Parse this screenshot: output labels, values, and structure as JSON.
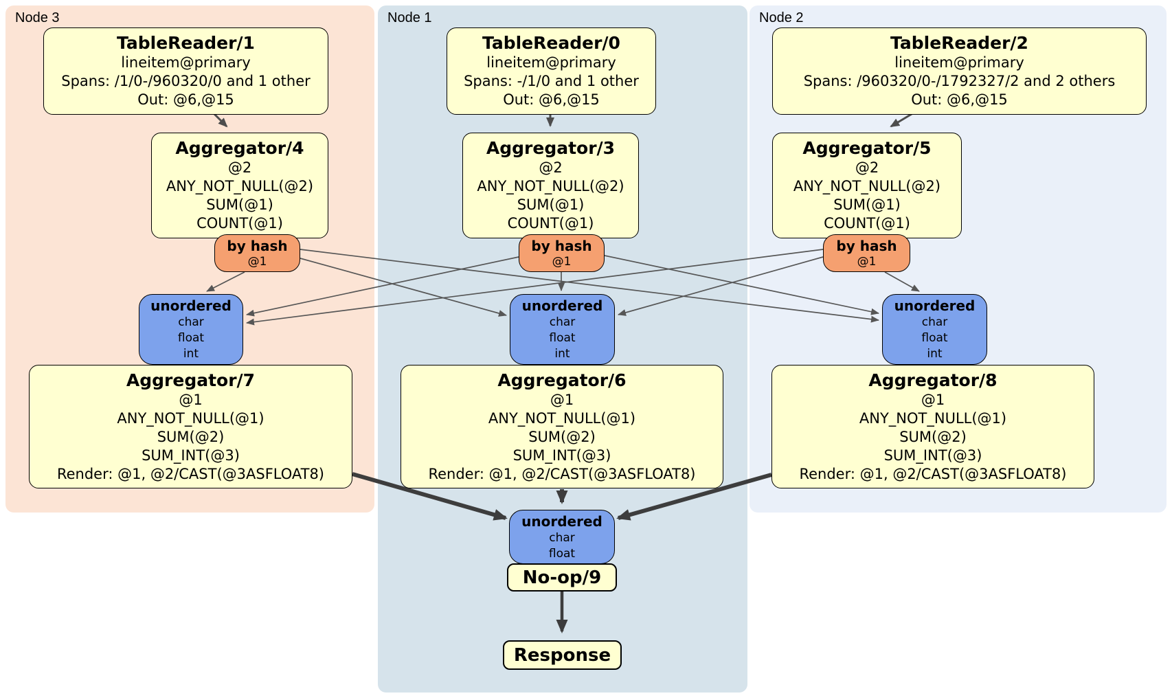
{
  "colors": {
    "node3_bg": "#FCE4D5",
    "node1_bg": "#D6E3EB",
    "node2_bg": "#EAF0F9",
    "processor_fill": "#FFFFD1",
    "router_fill": "#F5A070",
    "sync_fill": "#7DA2EC",
    "edge_thin": "#565656",
    "edge_mid": "#4D4D4D",
    "edge_thick": "#3D3D3D"
  },
  "nodes": [
    {
      "label": "Node 3",
      "tablereader": {
        "title": "TableReader/1",
        "lines": [
          "lineitem@primary",
          "Spans: /1/0-/960320/0 and 1 other",
          "Out: @6,@15"
        ]
      },
      "aggregator_top": {
        "title": "Aggregator/4",
        "lines": [
          "@2",
          "ANY_NOT_NULL(@2)",
          "SUM(@1)",
          "COUNT(@1)"
        ]
      },
      "router": {
        "title": "by hash",
        "subtitle": "@1"
      },
      "sync": {
        "title": "unordered",
        "lines": [
          "char",
          "float",
          "int"
        ]
      },
      "aggregator_bottom": {
        "title": "Aggregator/7",
        "lines": [
          "@1",
          "ANY_NOT_NULL(@1)",
          "SUM(@2)",
          "SUM_INT(@3)",
          "Render: @1, @2/CAST(@3ASFLOAT8)"
        ]
      }
    },
    {
      "label": "Node 1",
      "tablereader": {
        "title": "TableReader/0",
        "lines": [
          "lineitem@primary",
          "Spans: -/1/0 and 1 other",
          "Out: @6,@15"
        ]
      },
      "aggregator_top": {
        "title": "Aggregator/3",
        "lines": [
          "@2",
          "ANY_NOT_NULL(@2)",
          "SUM(@1)",
          "COUNT(@1)"
        ]
      },
      "router": {
        "title": "by hash",
        "subtitle": "@1"
      },
      "sync": {
        "title": "unordered",
        "lines": [
          "char",
          "float",
          "int"
        ]
      },
      "aggregator_bottom": {
        "title": "Aggregator/6",
        "lines": [
          "@1",
          "ANY_NOT_NULL(@1)",
          "SUM(@2)",
          "SUM_INT(@3)",
          "Render: @1, @2/CAST(@3ASFLOAT8)"
        ]
      }
    },
    {
      "label": "Node 2",
      "tablereader": {
        "title": "TableReader/2",
        "lines": [
          "lineitem@primary",
          "Spans: /960320/0-/1792327/2 and 2 others",
          "Out: @6,@15"
        ]
      },
      "aggregator_top": {
        "title": "Aggregator/5",
        "lines": [
          "@2",
          "ANY_NOT_NULL(@2)",
          "SUM(@1)",
          "COUNT(@1)"
        ]
      },
      "router": {
        "title": "by hash",
        "subtitle": "@1"
      },
      "sync": {
        "title": "unordered",
        "lines": [
          "char",
          "float",
          "int"
        ]
      },
      "aggregator_bottom": {
        "title": "Aggregator/8",
        "lines": [
          "@1",
          "ANY_NOT_NULL(@1)",
          "SUM(@2)",
          "SUM_INT(@3)",
          "Render: @1, @2/CAST(@3ASFLOAT8)"
        ]
      }
    }
  ],
  "final": {
    "sync": {
      "title": "unordered",
      "lines": [
        "char",
        "float"
      ]
    },
    "noop_label": "No-op/9",
    "response_label": "Response"
  }
}
